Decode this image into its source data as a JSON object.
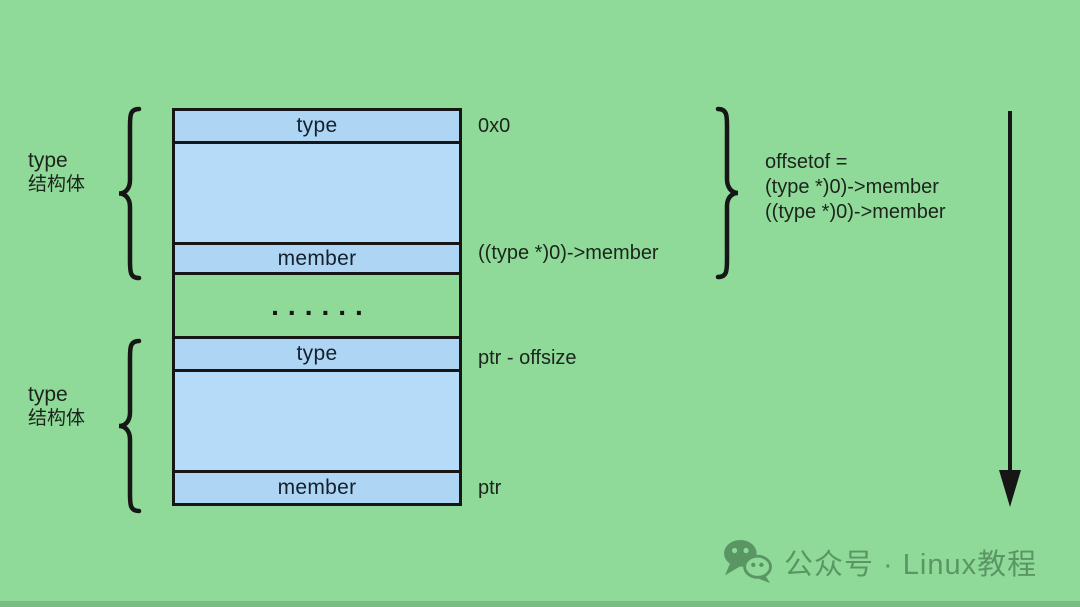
{
  "colors": {
    "background": "#8fda99",
    "cell_blue": "#aed5f4",
    "cell_blue_light": "#b6dbf8",
    "border": "#161616",
    "text": "#1c241c",
    "watermark_green": "#4c8456"
  },
  "structs": [
    {
      "label_line1": "type",
      "label_line2": "结构体"
    },
    {
      "label_line1": "type",
      "label_line2": "结构体"
    }
  ],
  "memory_box": {
    "struct1_type_label": "type",
    "struct1_member_label": "member",
    "gap_dots": "......",
    "struct2_type_label": "type",
    "struct2_member_label": "member"
  },
  "annotations": {
    "offset_zero": "0x0",
    "member_offset_expr": "((type *)0)->member",
    "ptr_minus_offset": "ptr - offsize",
    "ptr": "ptr"
  },
  "offsetof_note": {
    "line1": "offsetof =",
    "line2": "(type *)0)->member",
    "line3": "((type *)0)->member"
  },
  "watermark": {
    "label": "公众号 · Linux教程"
  }
}
